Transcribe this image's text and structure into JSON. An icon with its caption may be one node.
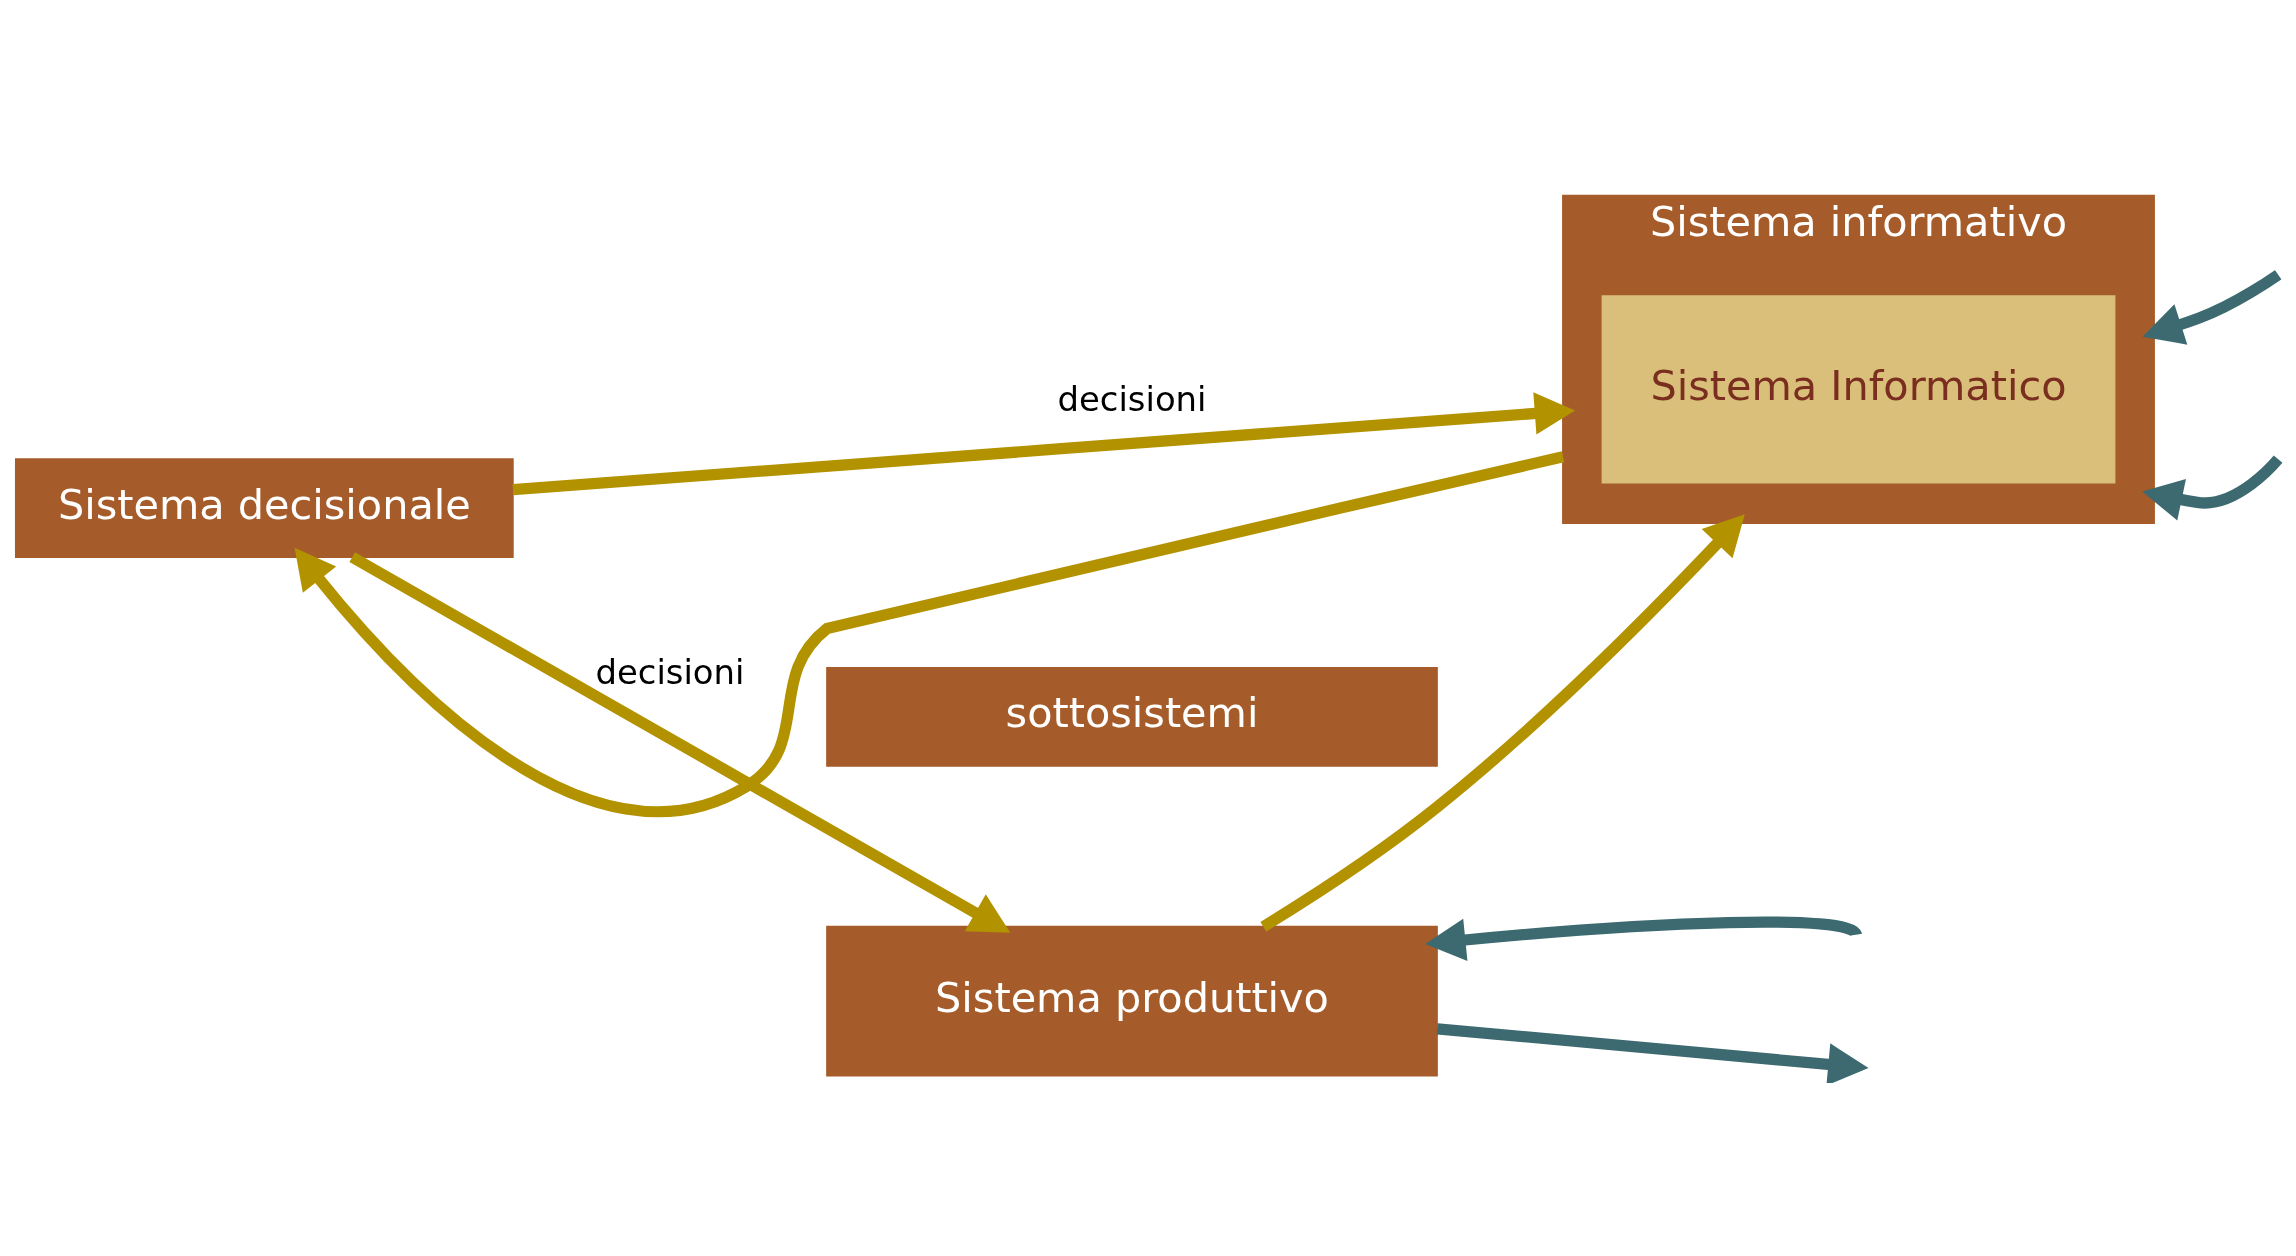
{
  "diagram": {
    "nodes": [
      {
        "text": [
          "Sistema decisionale"
        ]
      },
      {
        "text": [
          "sottosistemi"
        ]
      },
      {
        "text": [
          "Sistema produttivo"
        ]
      },
      {
        "text": [
          "Sistema informativo"
        ]
      },
      {
        "text": [
          "Sistema Informatico"
        ],
        "in": 3
      }
    ],
    "edges": [
      {
        "from": 0,
        "to": 2,
        "arrow": "to",
        "label": "decisioni"
      },
      {
        "from": 0,
        "to": 3,
        "arrow": "to",
        "label": "decisioni"
      },
      {
        "from": 3,
        "to": 0,
        "arrow": "to"
      },
      {
        "from": 2,
        "to": 3,
        "arrow": "to"
      },
      {
        "from": null,
        "to": 2,
        "arrow": "to",
        "color": "#3d6a70"
      },
      {
        "from": 2,
        "to": null,
        "arrow": "to",
        "color": "#3d6a70"
      },
      {
        "from": null,
        "to": 3,
        "arrow": "to",
        "color": "#3d6a70"
      },
      {
        "from": null,
        "to": 3,
        "arrow": "to",
        "color": "#3d6a70"
      }
    ]
  }
}
